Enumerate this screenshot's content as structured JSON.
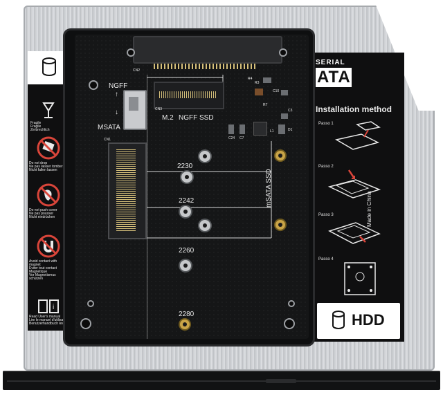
{
  "product": {
    "board": {
      "switch_top": "NGFF",
      "switch_bottom": "MSATA",
      "m2_label": "M.2",
      "ngff_ssd_label": "NGFF SSD",
      "msata_ssd_label": "mSATA SSD",
      "slot_2230": "2230",
      "slot_2242": "2242",
      "slot_2260": "2260",
      "slot_2280": "2280",
      "silk_cn2": "CN2",
      "silk_cn3": "CN3",
      "silk_cn1": "CN1",
      "silk_c24": "C24",
      "silk_c7": "C7",
      "silk_r4": "R4",
      "silk_r7": "R7",
      "silk_d1": "D1",
      "silk_l1": "L1",
      "silk_c3": "C3",
      "silk_c10": "C10",
      "silk_r3": "R3"
    },
    "left_label": {
      "fragile": "Fragile\nFragile\nZerbrechlich",
      "drop": "Do not drop\nNe pas laisser tomber\nNicht fallen lassen",
      "push": "Do not push cover\nNe pas pousser\nNicht eindrücken",
      "magnet": "Avoid contact with\nmagnet\nEviter tout contact\nMagnetique\nVor Magnetismus\nschützen",
      "manual": "Read User's manual\nLire le manuel d'utilisation\nBenutzerhandbuch lesen"
    },
    "right_label": {
      "serial": "SERIAL",
      "ata": "ATA",
      "installation": "Installation method",
      "passo1": "Passo 1",
      "passo2": "Passo 2",
      "passo3": "Passo 3",
      "passo4": "Passo 4",
      "made_in": "Made in China",
      "hdd": "HDD"
    },
    "colors": {
      "caddy": "#d3d5d8",
      "board": "#151617",
      "label": "#0f0f10",
      "gold": "#c9a447"
    },
    "icons": [
      "hdd-cylinder-icon",
      "glass-icon",
      "no-drop-icon",
      "no-push-icon",
      "no-magnet-icon",
      "manual-icon"
    ]
  }
}
